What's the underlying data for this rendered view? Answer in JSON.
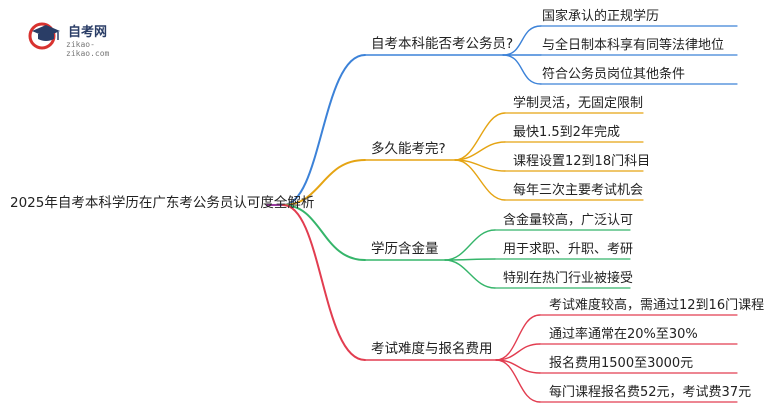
{
  "logo": {
    "title": "自考网",
    "subtitle": "zikao-zikao.com"
  },
  "root": {
    "label": "2025年自考本科学历在广东考公务员认可度全解析"
  },
  "colors": {
    "branch_blue": "#3c82d8",
    "branch_orange": "#e5a413",
    "branch_green": "#35b56a",
    "branch_red": "#e23d50",
    "root_line": "#9a3da0"
  },
  "branches": [
    {
      "label": "自考本科能否考公务员?",
      "color": "#3c82d8",
      "leaves": [
        "国家承认的正规学历",
        "与全日制本科享有同等法律地位",
        "符合公务员岗位其他条件"
      ]
    },
    {
      "label": "多久能考完?",
      "color": "#e5a413",
      "leaves": [
        "学制灵活，无固定限制",
        "最快1.5到2年完成",
        "课程设置12到18门科目",
        "每年三次主要考试机会"
      ]
    },
    {
      "label": "学历含金量",
      "color": "#35b56a",
      "leaves": [
        "含金量较高，广泛认可",
        "用于求职、升职、考研",
        "特别在热门行业被接受"
      ]
    },
    {
      "label": "考试难度与报名费用",
      "color": "#e23d50",
      "leaves": [
        "考试难度较高，需通过12到16门课程",
        "通过率通常在20%至30%",
        "报名费用1500至3000元",
        "每门课程报名费52元，考试费37元"
      ]
    }
  ]
}
